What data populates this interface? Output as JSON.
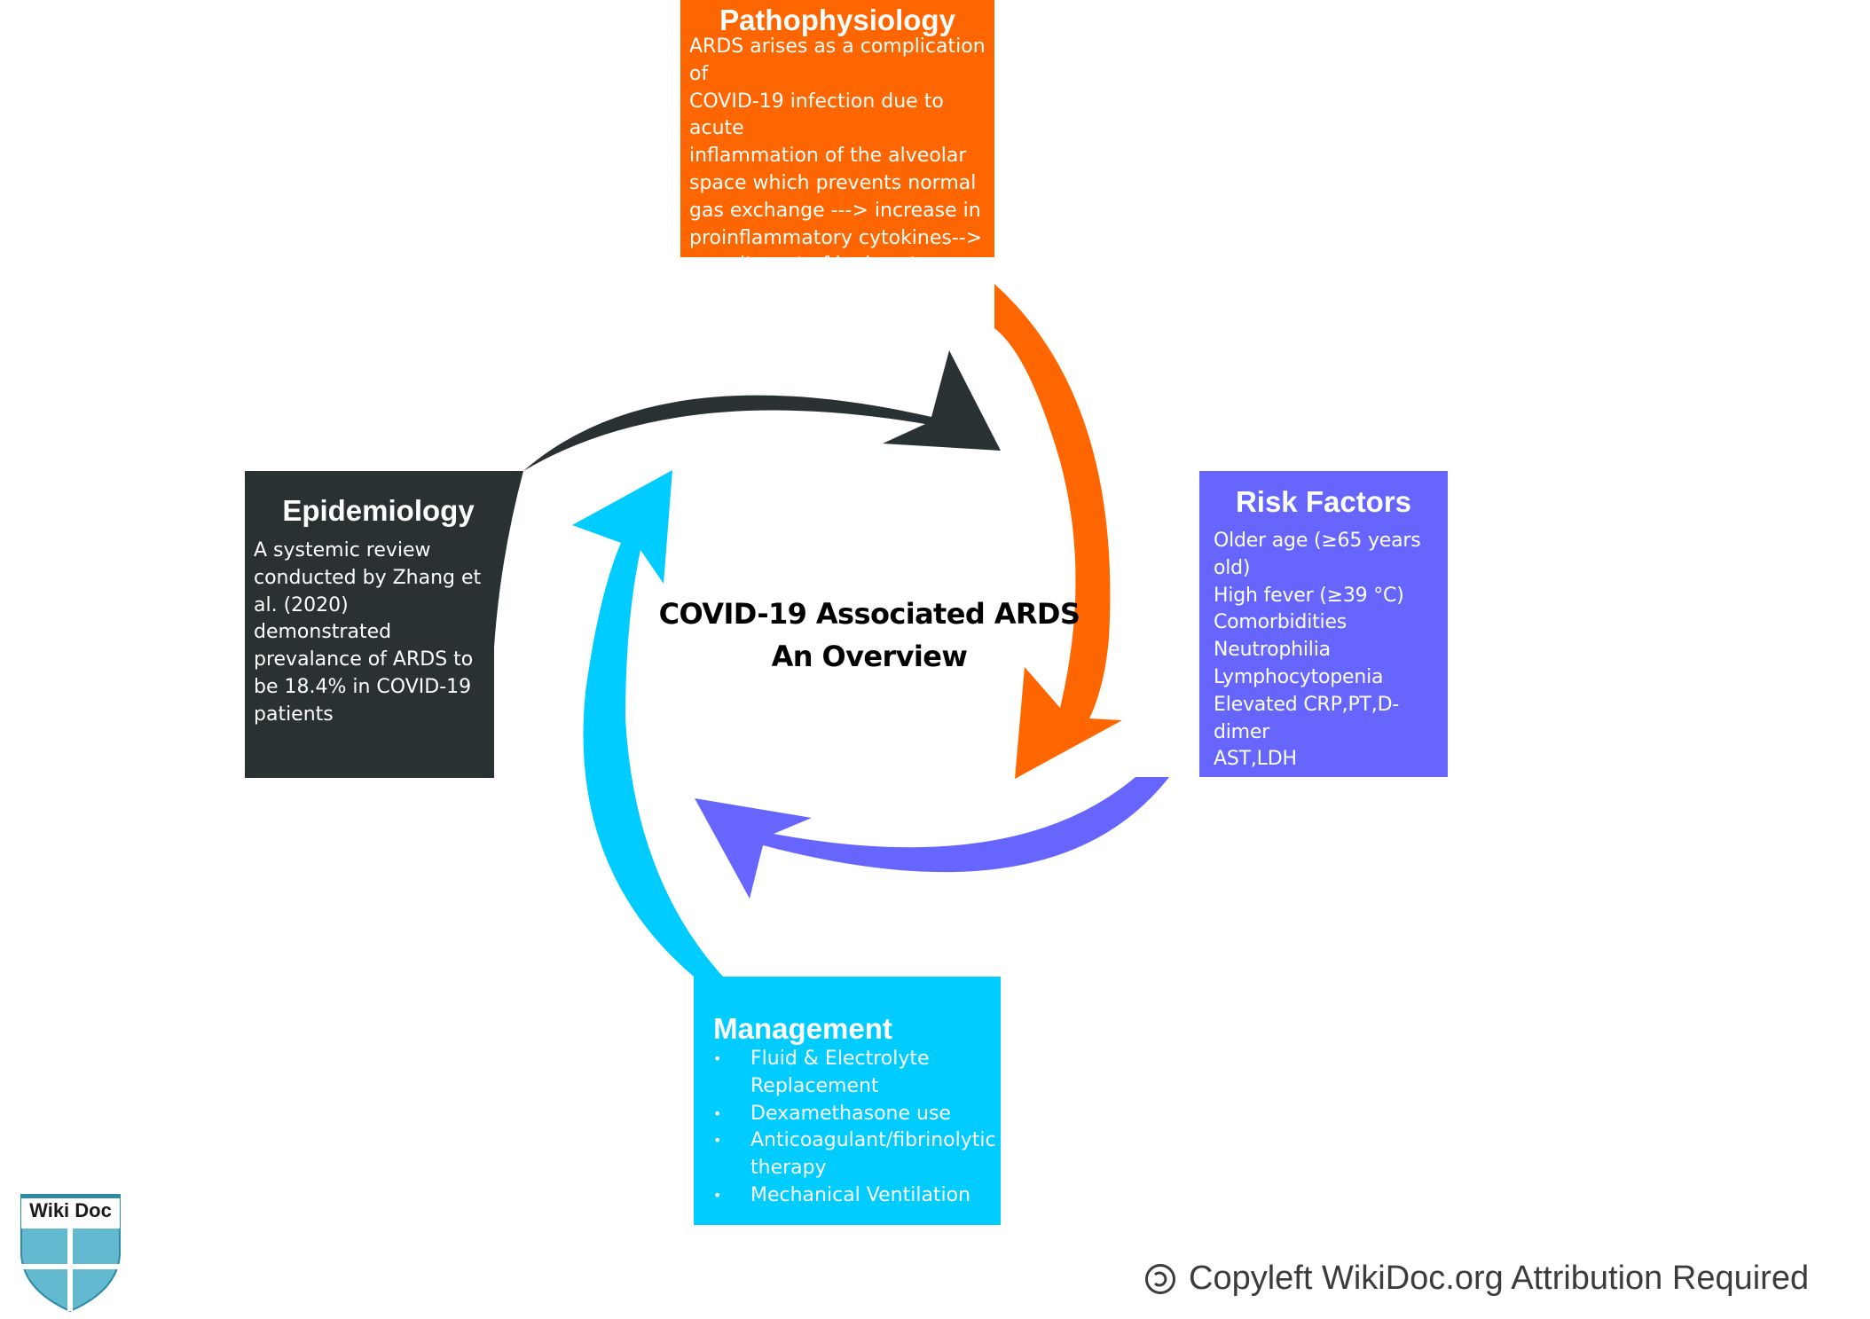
{
  "center": {
    "title": "COVID-19 Associated ARDS\nAn Overview"
  },
  "pathophysiology": {
    "title": "Pathophysiology",
    "text": "ARDS arises as a complication of\nCOVID-19 infection due to acute\ninflammation of the alveolar\nspace which prevents normal\ngas exchange ---> increase in\nproinflammatory cytokines-->\nrecruitment of leukocytes-->\nlocal inflammatory response",
    "color": "#ff6600"
  },
  "epidemiology": {
    "title": "Epidemiology",
    "text": "A systemic review\nconducted by Zhang et\nal. (2020) demonstrated\nprevalance of ARDS to\nbe 18.4% in COVID-19\npatients",
    "color": "#293133"
  },
  "risk_factors": {
    "title": "Risk Factors",
    "text": "Older age (≥65 years old)\nHigh fever (≥39 °C)\nComorbidities\nNeutrophilia\nLymphocytopenia\nElevated CRP,PT,D-dimer\nAST,LDH",
    "color": "#6666ff"
  },
  "management": {
    "title": "Management",
    "bullet": "•",
    "items": [
      "Fluid & Electrolyte\nReplacement",
      "Dexamethasone use",
      "Anticoagulant/fibrinolytic\ntherapy",
      "Mechanical Ventilation"
    ],
    "color": "#00ccff"
  },
  "logo": {
    "text": "Wiki Doc",
    "icon": "shield-icon",
    "color": "#63b9d0"
  },
  "footer": {
    "copyleft": "Copyleft WikiDoc.org Attribution Required",
    "icon": "copyleft-icon"
  }
}
